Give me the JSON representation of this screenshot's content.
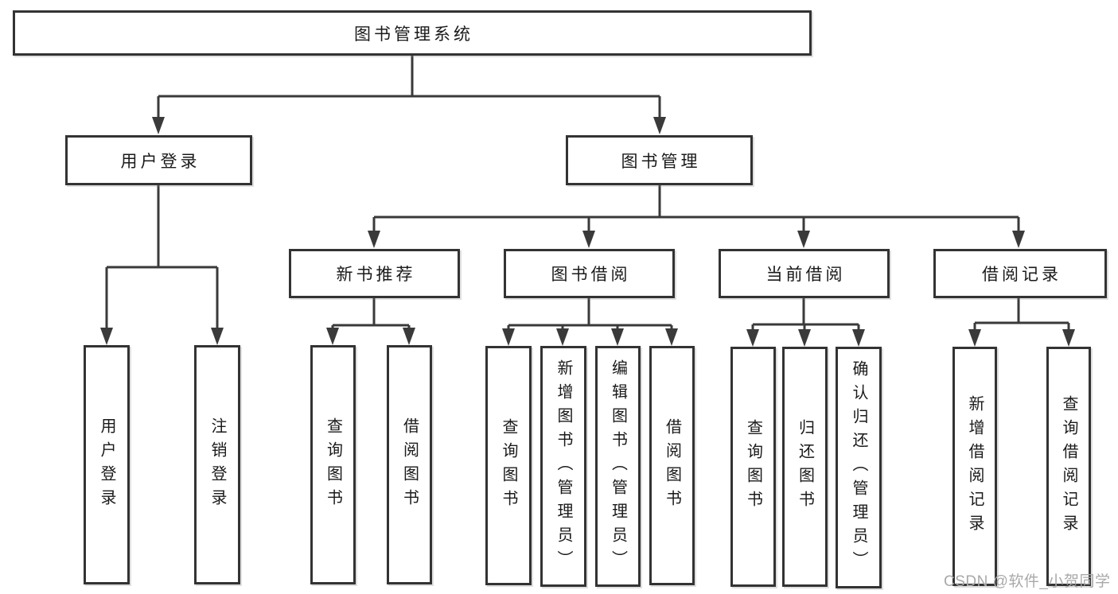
{
  "diagram": {
    "root": {
      "label": "图书管理系统",
      "children": [
        {
          "label": "用户登录",
          "children": [
            {
              "label": "用户登录"
            },
            {
              "label": "注销登录"
            }
          ]
        },
        {
          "label": "图书管理",
          "children": [
            {
              "label": "新书推荐",
              "children": [
                {
                  "label": "查询图书"
                },
                {
                  "label": "借阅图书"
                }
              ]
            },
            {
              "label": "图书借阅",
              "children": [
                {
                  "label": "查询图书"
                },
                {
                  "label": "新增图书（管理员）"
                },
                {
                  "label": "编辑图书（管理员）"
                },
                {
                  "label": "借阅图书"
                }
              ]
            },
            {
              "label": "当前借阅",
              "children": [
                {
                  "label": "查询图书"
                },
                {
                  "label": "归还图书"
                },
                {
                  "label": "确认归还（管理员）"
                }
              ]
            },
            {
              "label": "借阅记录",
              "children": [
                {
                  "label": "新增借阅记录"
                },
                {
                  "label": "查询借阅记录"
                }
              ]
            }
          ]
        }
      ]
    }
  },
  "watermark": {
    "text": "CSDN @软件_小贺同学"
  },
  "colors": {
    "line": "#3a3a3a",
    "box-border": "#333333",
    "text": "#1a1a1a",
    "watermark": "#a9a9a9",
    "background": "#ffffff"
  }
}
